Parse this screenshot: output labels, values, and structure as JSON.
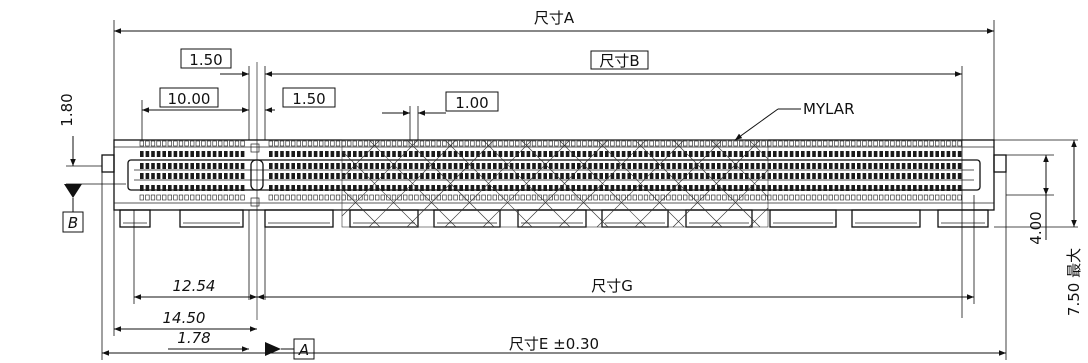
{
  "drawing": {
    "dimensions": {
      "dim_a": "尺寸A",
      "dim_b": "尺寸B",
      "dim_g": "尺寸G",
      "dim_e": "尺寸E ±0.30",
      "pitch_outer": "1.50",
      "span_10": "10.00",
      "pitch_inner": "1.50",
      "pitch_1": "1.00",
      "height_180": "1.80",
      "offset_178": "1.78",
      "offset_1254": "12.54",
      "offset_1450": "14.50",
      "height_400": "4.00",
      "height_750": "7.50 最大"
    },
    "labels": {
      "mylar": "MYLAR",
      "datum_a": "A",
      "datum_b": "B"
    }
  }
}
